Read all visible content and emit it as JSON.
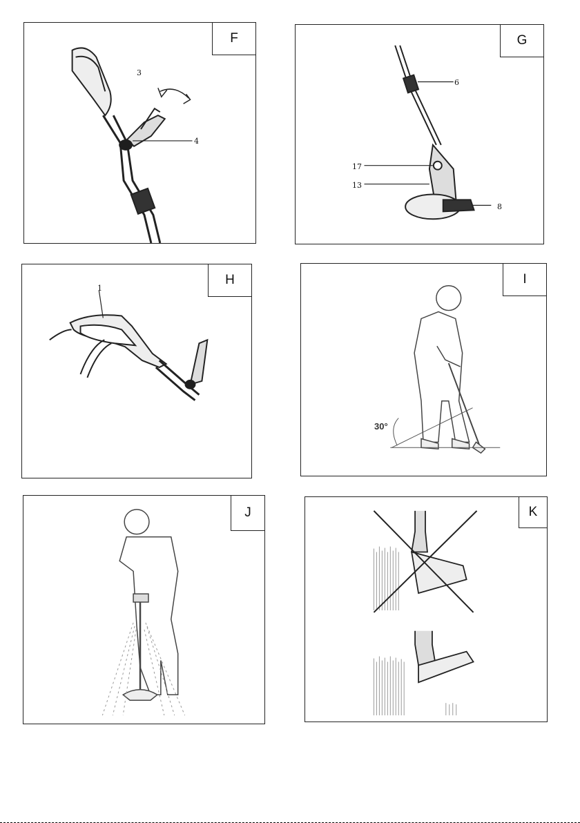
{
  "figures": {
    "F": {
      "tag": "F",
      "callouts": [
        "3",
        "4"
      ]
    },
    "G": {
      "tag": "G",
      "callouts": [
        "6",
        "17",
        "13",
        "8"
      ]
    },
    "H": {
      "tag": "H",
      "callouts": [
        "1"
      ]
    },
    "I": {
      "tag": "I",
      "angle_label": "30°"
    },
    "J": {
      "tag": "J"
    },
    "K": {
      "tag": "K"
    }
  },
  "colors": {
    "line": "#222222",
    "fill_dark": "#1e1e1e",
    "grass": "#9a9a9a"
  }
}
